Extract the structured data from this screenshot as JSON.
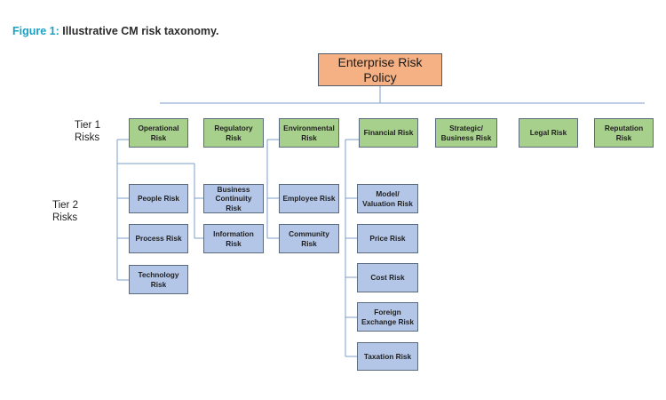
{
  "caption": {
    "figure": "Figure 1:",
    "text": "Illustrative CM risk taxonomy."
  },
  "tier_labels": {
    "tier1": "Tier 1\nRisks",
    "tier2": "Tier 2\nRisks"
  },
  "root": {
    "id": "enterprise-risk-policy",
    "label": "Enterprise Risk\nPolicy"
  },
  "tier1": [
    {
      "id": "operational-risk",
      "label": "Operational\nRisk"
    },
    {
      "id": "regulatory-risk",
      "label": "Regulatory Risk"
    },
    {
      "id": "environmental-risk",
      "label": "Environmental\nRisk"
    },
    {
      "id": "financial-risk",
      "label": "Financial Risk"
    },
    {
      "id": "strategic-business-risk",
      "label": "Strategic/\nBusiness Risk"
    },
    {
      "id": "legal-risk",
      "label": "Legal Risk"
    },
    {
      "id": "reputation-risk",
      "label": "Reputation Risk"
    }
  ],
  "tier2": {
    "operational_a": [
      {
        "id": "people-risk",
        "label": "People Risk"
      },
      {
        "id": "process-risk",
        "label": "Process Risk"
      },
      {
        "id": "technology-risk",
        "label": "Technology\nRisk"
      }
    ],
    "operational_b": [
      {
        "id": "business-continuity-risk",
        "label": "Business\nContinuity Risk"
      },
      {
        "id": "information-risk",
        "label": "Information\nRisk"
      }
    ],
    "environmental": [
      {
        "id": "employee-risk",
        "label": "Employee Risk"
      },
      {
        "id": "community-risk",
        "label": "Community\nRisk"
      }
    ],
    "financial": [
      {
        "id": "model-valuation-risk",
        "label": "Model/\nValuation Risk"
      },
      {
        "id": "price-risk",
        "label": "Price Risk"
      },
      {
        "id": "cost-risk",
        "label": "Cost Risk"
      },
      {
        "id": "foreign-exchange-risk",
        "label": "Foreign\nExchange Risk"
      },
      {
        "id": "taxation-risk",
        "label": "Taxation Risk"
      }
    ]
  }
}
